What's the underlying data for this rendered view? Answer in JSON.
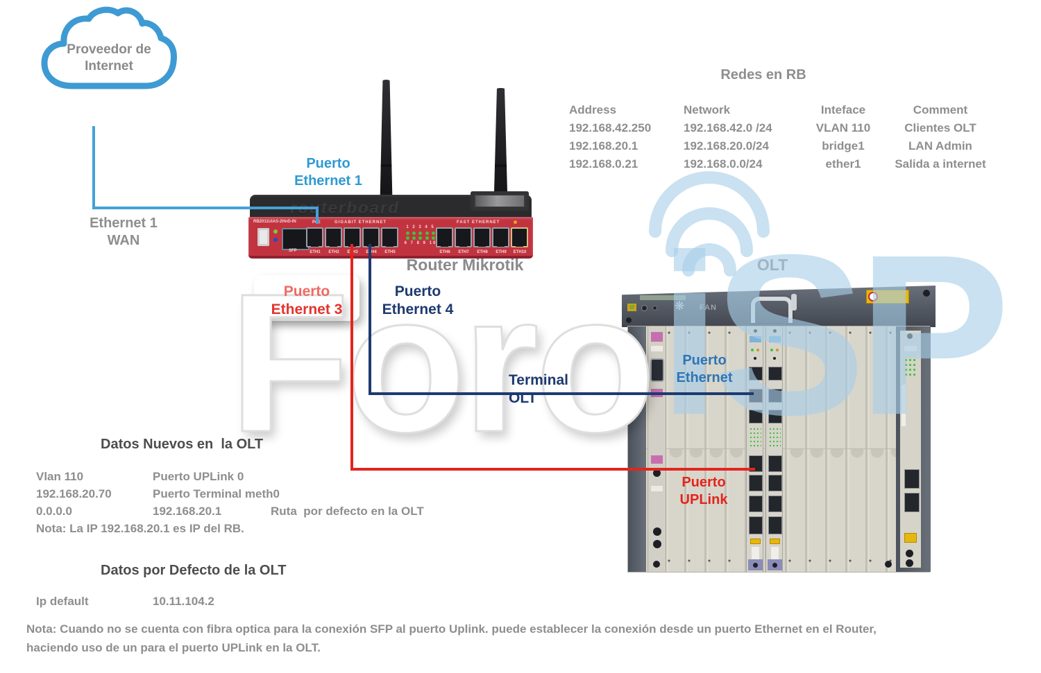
{
  "cloud": {
    "line1": "Proveedor de",
    "line2": "Internet"
  },
  "provider_link_label": {
    "line1": "Ethernet 1",
    "line2": "WAN"
  },
  "router": {
    "name": "Router Mikrotik",
    "model": "RB2011UiAS-2HnD-IN",
    "brand": "routerboard",
    "poe": "PoE",
    "sfp": "SFP",
    "gigabit_label": "GIGABIT ETHERNET",
    "fast_label": "FAST ETHERNET",
    "gigabit_ports": [
      "ETH1",
      "ETH2",
      "ETH3",
      "ETH4",
      "ETH5"
    ],
    "fast_ports": [
      "ETH6",
      "ETH7",
      "ETH8",
      "ETH9",
      "ETH10"
    ],
    "led_row_top": "1 2 3 4 5",
    "led_row_bottom": "6 7 8 9 10",
    "port1_label": {
      "line1": "Puerto",
      "line2": "Ethernet 1"
    },
    "port3_label": {
      "line1": "Puerto",
      "line2": "Ethernet 3"
    },
    "port4_label": {
      "line1": "Puerto",
      "line2": "Ethernet 4"
    }
  },
  "olt": {
    "title": "OLT",
    "fan_label": "FAN",
    "terminal_label": "Terminal OLT",
    "ethernet_label": {
      "line1": "Puerto",
      "line2": "Ethernet"
    },
    "uplink_label": {
      "line1": "Puerto",
      "line2": "UPLink"
    }
  },
  "rb_table": {
    "title": "Redes en RB",
    "headers": [
      "Address",
      "Network",
      "Inteface",
      "Comment"
    ],
    "rows": [
      [
        "192.168.42.250",
        "192.168.42.0 /24",
        "VLAN 110",
        "Clientes OLT"
      ],
      [
        "192.168.20.1",
        "192.168.20.0/24",
        "bridge1",
        "LAN Admin"
      ],
      [
        "192.168.0.21",
        "192.168.0.0/24",
        "ether1",
        "Salida a internet"
      ]
    ]
  },
  "datos_nuevos": {
    "title": "Datos Nuevos en  la OLT",
    "rows": [
      [
        "Vlan 110",
        "Puerto UPLink 0",
        ""
      ],
      [
        "192.168.20.70",
        "Puerto Terminal meth0",
        ""
      ],
      [
        "0.0.0.0",
        "192.168.20.1",
        "Ruta  por defecto en la OLT"
      ]
    ],
    "nota": "Nota: La IP 192.168.20.1 es IP del RB."
  },
  "datos_defecto": {
    "title": "Datos por Defecto de la OLT",
    "rows": [
      [
        "Ip default",
        "10.11.104.2"
      ]
    ]
  },
  "footer_note": {
    "line1": "Nota: Cuando no se cuenta con fibra optica para la conexión SFP al puerto Uplink. puede establecer la conexión desde un puerto Ethernet en el Router,",
    "line2": "haciendo uso de un para el puerto UPLink en la OLT."
  },
  "watermark": {
    "white": "Foro",
    "blue": "iSP"
  },
  "colors": {
    "cloud_stroke": "#3e9ad3",
    "line_wan": "#45a1d8",
    "line_eth3": "#e3241d",
    "line_eth4": "#1d3a70",
    "label_blue": "#2e9ad2",
    "label_navy": "#1d3a6e",
    "label_red": "#e3332d",
    "label_olt_blue": "#2e75b6",
    "text_gray": "#8e8e8e",
    "heading_gray": "#4d4d4d",
    "router_red": "#c23340",
    "chassis_beige": "#d9d6cb",
    "watermark_blue": "#a9cfe9"
  }
}
